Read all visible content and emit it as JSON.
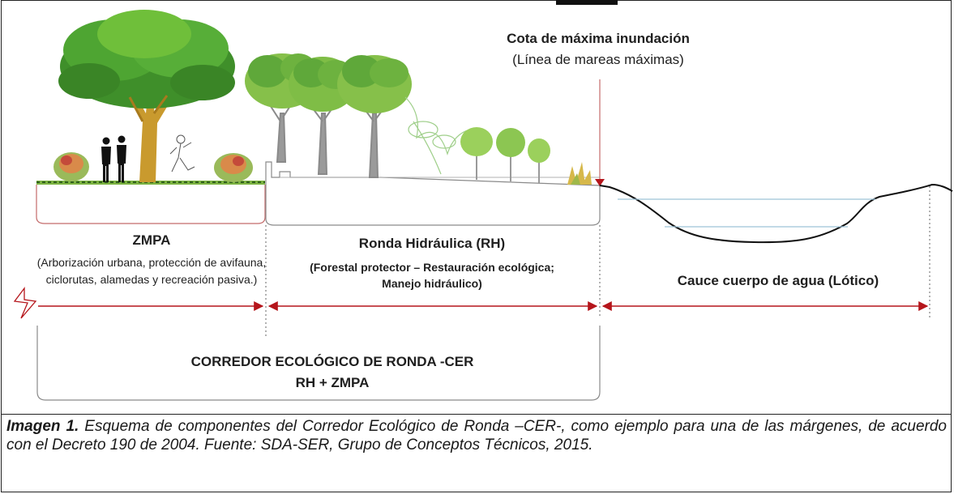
{
  "diagram": {
    "cota": {
      "title": "Cota de máxima inundación",
      "subtitle": "(Línea de mareas máximas)"
    },
    "zmpa": {
      "title": "ZMPA",
      "description": "(Arborización urbana, protección de avifauna, ciclorutas, alamedas y recreación pasiva.)"
    },
    "ronda": {
      "title": "Ronda Hidráulica (RH)",
      "description": "(Forestal protector – Restauración ecológica; Manejo hidráulico)"
    },
    "cauce": {
      "title": "Cauce cuerpo de agua (Lótico)"
    },
    "cer": {
      "title": "CORREDOR ECOLÓGICO DE RONDA -CER",
      "subtitle": "RH + ZMPA"
    },
    "colors": {
      "grass": "#7cb342",
      "trunk": "#c99a2e",
      "canopy_dark": "#3f8f2a",
      "canopy_light": "#6fbf3a",
      "arrow": "#b5151b",
      "water_line": "#9ec4d8",
      "bracket": "#8a8a8a"
    }
  },
  "caption": {
    "label": "Imagen 1.",
    "text": " Esquema de componentes del Corredor Ecológico de Ronda –CER-, como ejemplo para una de las márgenes, de acuerdo con el Decreto 190 de 2004. Fuente: SDA-SER, Grupo de Conceptos Técnicos, 2015."
  }
}
